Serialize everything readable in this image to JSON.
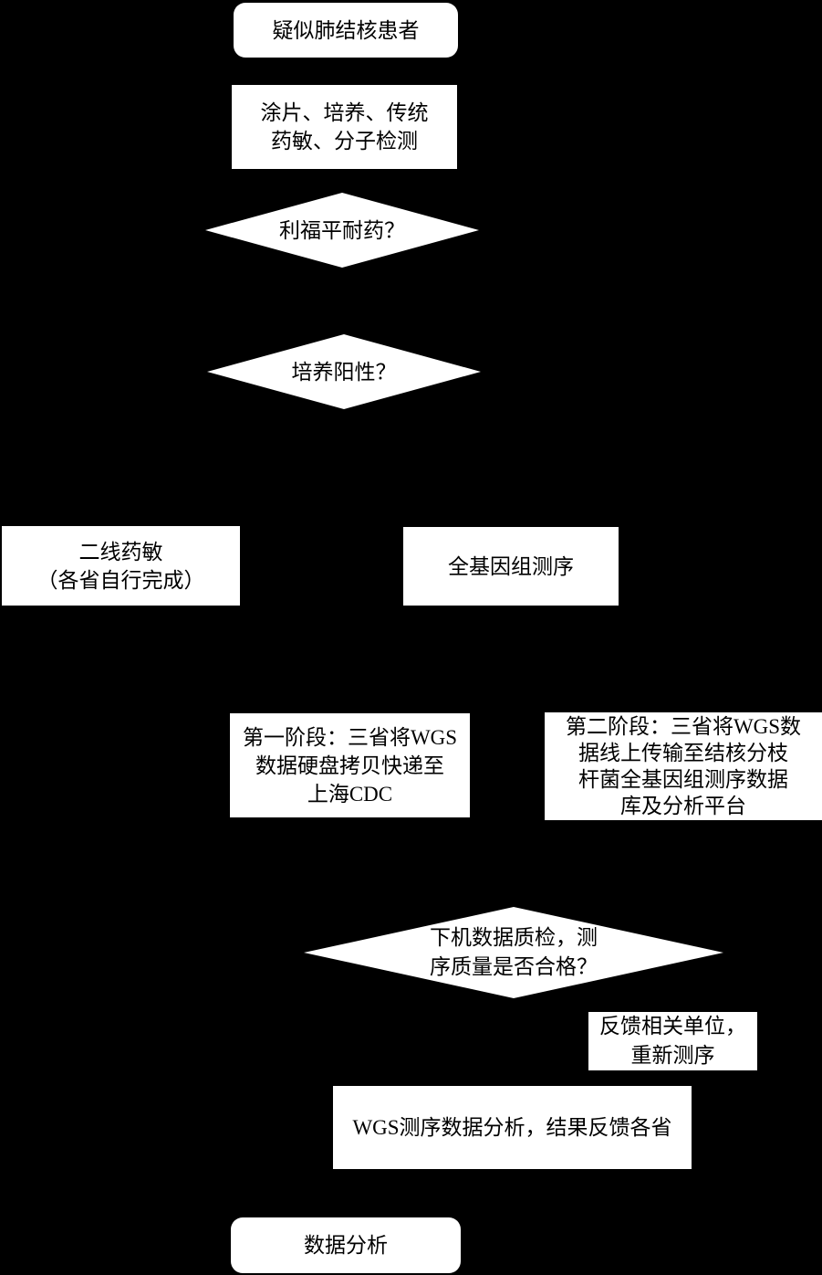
{
  "diagram": {
    "colors": {
      "background": "#000000",
      "node_fill": "#ffffff",
      "node_text": "#000000"
    },
    "nodes": {
      "start": "疑似肺结核患者",
      "testing": "涂片、培养、传统\n药敏、分子检测",
      "rif_question": "利福平耐药？",
      "culture_question": "培养阳性？",
      "second_line_dst": "二线药敏\n（各省自行完成）",
      "wgs": "全基因组测序",
      "phase1": "第一阶段：三省将WGS\n数据硬盘拷贝快递至\n上海CDC",
      "phase2": "第二阶段：三省将WGS数\n据线上传输至结核分枝\n杆菌全基因组测序数据\n库及分析平台",
      "qc_question": "下机数据质检，测\n序质量是否合格？",
      "feedback_resequence": "反馈相关单位，\n重新测序",
      "analysis_feedback": "WGS测序数据分析，结果反馈各省",
      "final": "数据分析"
    }
  }
}
